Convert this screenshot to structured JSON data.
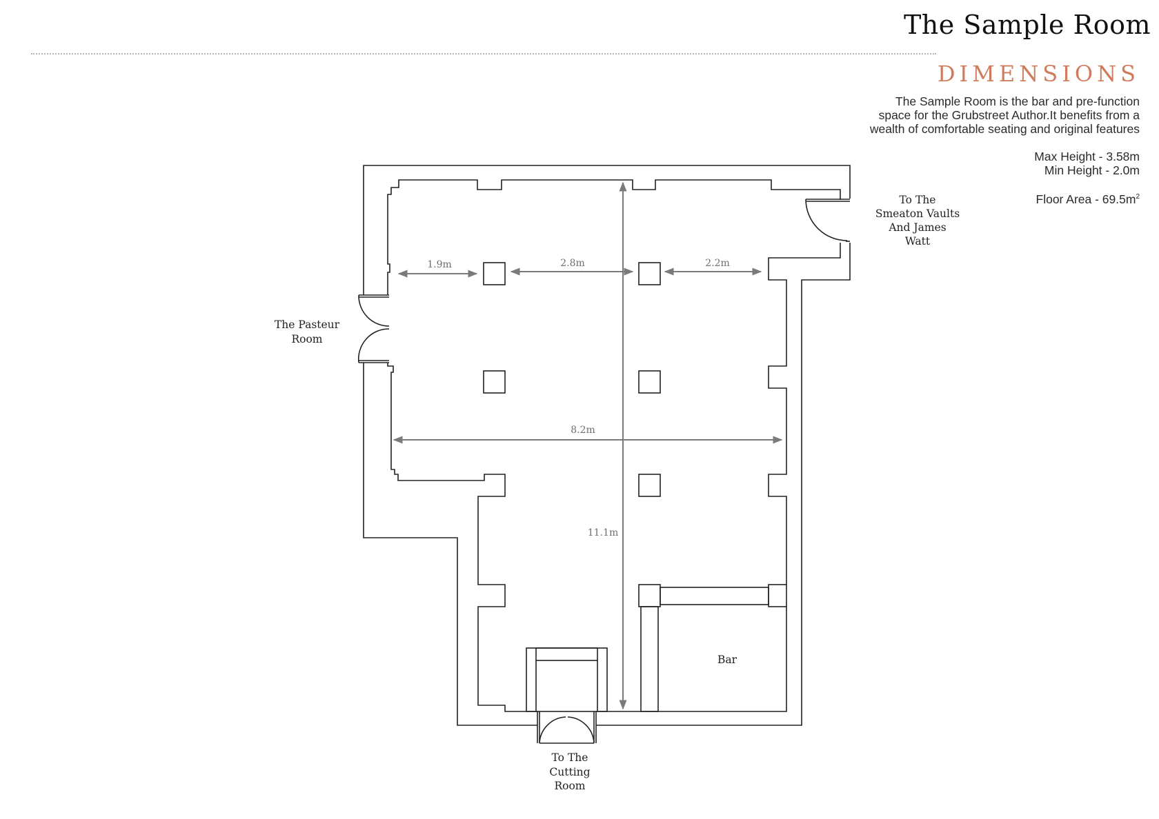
{
  "header": {
    "title": "The Sample Room",
    "section_heading": "DIMENSIONS"
  },
  "info": {
    "description": [
      "The Sample Room is the bar and pre-function",
      "space for the Grubstreet Author.It benefits from a",
      "wealth of comfortable seating and original features"
    ],
    "max_height": "Max Height - 3.58m",
    "min_height": "Min Height - 2.0m",
    "floor_area": "Floor Area - 69.5m",
    "floor_area_unit_sup": "2"
  },
  "floorplan": {
    "labels": {
      "pasteur_room": [
        "The Pasteur",
        "Room"
      ],
      "smeaton_vaults": [
        "To The",
        "Smeaton Vaults",
        "And James",
        "Watt"
      ],
      "cutting_room": [
        "To The",
        "Cutting",
        "Room"
      ],
      "bar": "Bar"
    },
    "dimensions": {
      "width_left": "1.9m",
      "width_middle": "2.8m",
      "width_right": "2.2m",
      "total_width": "8.2m",
      "total_length": "11.1m"
    }
  },
  "colors": {
    "accent": "#cf7c5c",
    "wall_stroke": "#222222",
    "dimension_stroke": "#7a7a7a"
  }
}
